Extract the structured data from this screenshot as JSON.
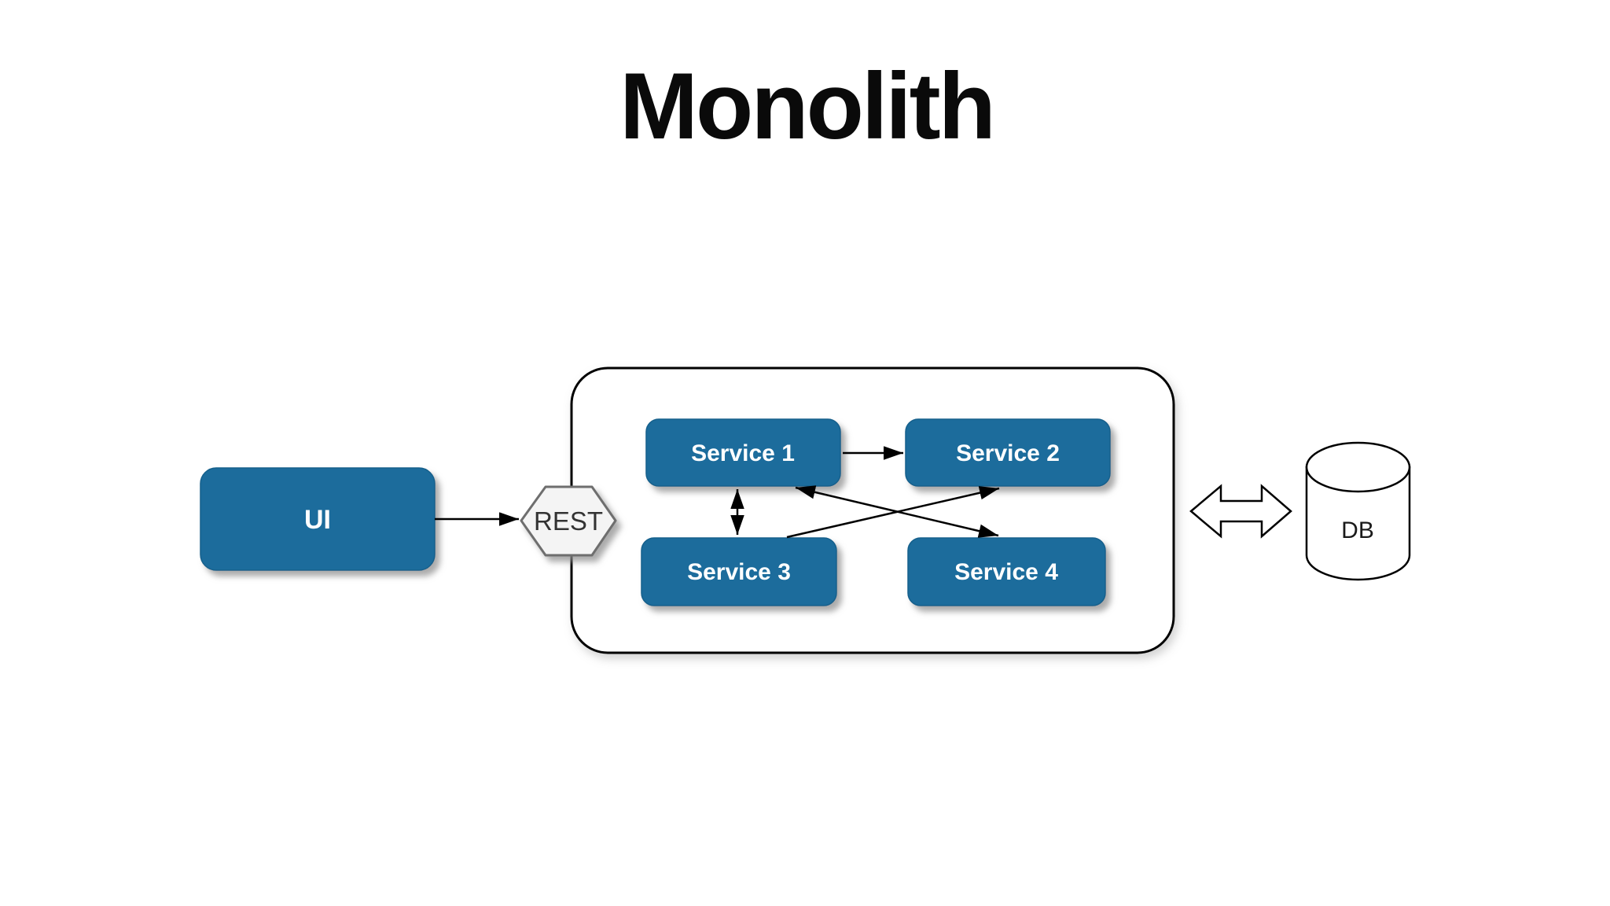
{
  "title": "Monolith",
  "diagram": {
    "ui": {
      "label": "UI"
    },
    "gateway": {
      "label": "REST"
    },
    "services": [
      {
        "label": "Service 1"
      },
      {
        "label": "Service 2"
      },
      {
        "label": "Service 3"
      },
      {
        "label": "Service 4"
      }
    ],
    "database": {
      "label": "DB"
    },
    "connections": [
      {
        "from": "UI",
        "to": "REST",
        "type": "arrow"
      },
      {
        "from": "Service 1",
        "to": "Service 2",
        "type": "arrow"
      },
      {
        "from": "Service 1",
        "to": "Service 3",
        "type": "double-arrow"
      },
      {
        "from": "Service 3",
        "to": "Service 2",
        "type": "arrow"
      },
      {
        "from": "Service 1",
        "to": "Service 4",
        "type": "double-arrow"
      },
      {
        "from": "Monolith",
        "to": "DB",
        "type": "hollow-double-arrow"
      }
    ]
  },
  "colors": {
    "background": "#ffffff",
    "service_fill": "#1a6c9c",
    "service_stroke": "#14608c",
    "service_text": "#ffffff",
    "gateway_fill": "#f4f4f4",
    "gateway_stroke": "#6e6e6e",
    "gateway_text": "#333333",
    "line": "#000000",
    "title_text": "#0a0a0a"
  }
}
